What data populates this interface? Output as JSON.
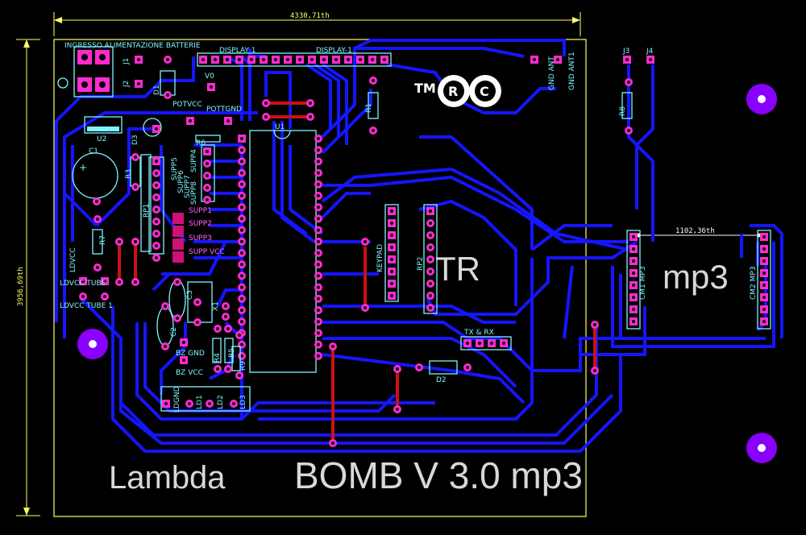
{
  "board": {
    "dimension_top": "4330,71th",
    "dimension_left": "3956,69th",
    "dimension_mp3": "1102,36th",
    "logo_tm": "TM",
    "logo_r": "R",
    "logo_c": "C",
    "label_tr": "TR",
    "label_mp3_big": "mp3",
    "title": "BOMB V 3.0 mp3",
    "author": "Lambda"
  },
  "labels": {
    "power_input": "INGRESSO ALIMENTAZIONE BATTERIE",
    "display1": "DISPLAY 1",
    "display_1": "DISPLAY-1",
    "gnd_ant": "GND ANT",
    "gnd_ant1": "GND ANT1",
    "j1": "J1",
    "j2": "J2",
    "j3": "J3",
    "j4": "J4",
    "d1": "D1",
    "d2": "D2",
    "d3": "D3",
    "u1": "U1",
    "u2": "U2",
    "c1": "C1",
    "c2": "C2",
    "c3": "C3",
    "v0": "V0",
    "potvcc": "POTVCC",
    "pottgnd": "POTTGND",
    "r1": "R1",
    "r3": "R3",
    "r4": "R4",
    "r5": "R5",
    "r6": "R6",
    "r7": "R7",
    "r8": "R8",
    "r9": "R9",
    "rp1": "RP1",
    "rp2": "RP2",
    "x1": "X1",
    "supp5": "SUPP5",
    "supp6": "SUPP6",
    "supp7": "SUPP7",
    "supp8": "SUPP8",
    "supp4": "SUPP4",
    "supp1": "SUPP1",
    "supp2": "SUPP2",
    "supp3": "SUPP3",
    "supp_vcc": "SUPP VCC",
    "keypad": "KEYPAD",
    "tx_rx": "TX & RX",
    "cm1_mp3": "CM1 MP3",
    "cm2_mp3": "CM2 MP3",
    "ldvcc": "LDVCC",
    "ldvcc_tube": "LDVCC TUBE",
    "ldvcc_tube1": "LDVCC TUBE 1",
    "bz_gnd": "BZ GND",
    "bz_vcc": "BZ VCC",
    "ldgnd": "LDGND",
    "ld1": "LD1",
    "ld2": "LD2",
    "ld3": "LD3"
  },
  "colors": {
    "background": "#000000",
    "trace": "#1515ff",
    "silkscreen": "#7ff5ff",
    "pad": "#ff2bd0",
    "jumper": "#cc1111",
    "dimension": "#ffff66",
    "mounting_hole": "#8a00ff",
    "big_text": "#d8d8d8"
  }
}
